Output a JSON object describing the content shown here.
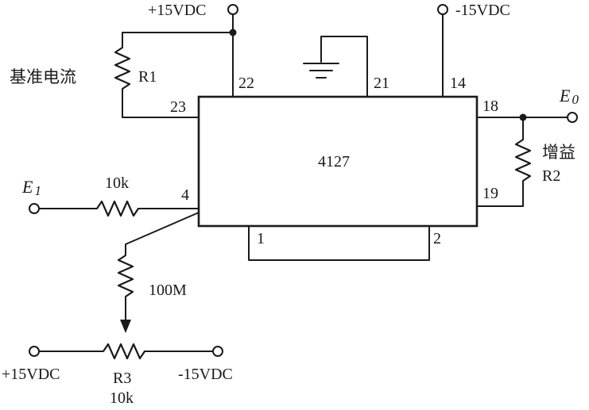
{
  "ic": {
    "part": "4127"
  },
  "pins": {
    "p22": "22",
    "p21": "21",
    "p14": "14",
    "p23": "23",
    "p18": "18",
    "p19": "19",
    "p4": "4",
    "p1": "1",
    "p2": "2"
  },
  "supplies": {
    "top_pos": "+15VDC",
    "top_neg": "-15VDC",
    "bottom_pos": "+15VDC",
    "bottom_neg": "-15VDC"
  },
  "labels": {
    "ref_current": "基准电流",
    "r1": "R1",
    "gain": "增益",
    "r2": "R2",
    "input_resistor": "10k",
    "bias_resistor": "100M",
    "r3": "R3",
    "r3_value": "10k"
  },
  "io": {
    "input_letter": "E",
    "input_sub": "1",
    "output_letter": "E",
    "output_sub": "0"
  }
}
